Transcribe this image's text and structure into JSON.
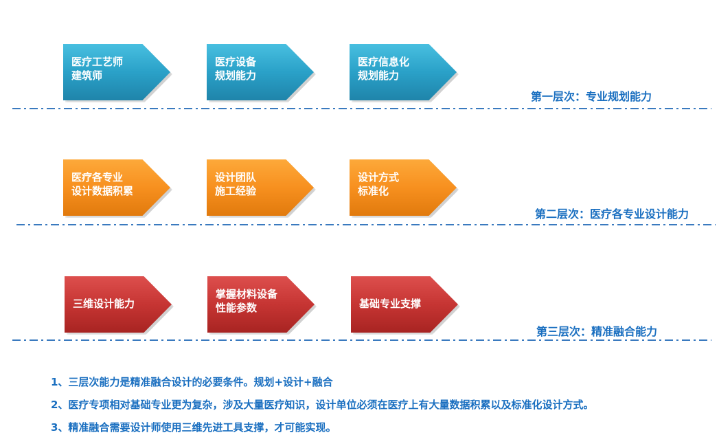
{
  "levels": [
    {
      "label": "第一层次：专业规划能力",
      "color": "#2aa1c8",
      "boxes": [
        {
          "lines": [
            "医疗工艺师",
            "建筑师"
          ]
        },
        {
          "lines": [
            "医疗设备",
            "规划能力"
          ]
        },
        {
          "lines": [
            "医疗信息化",
            "规划能力"
          ]
        }
      ]
    },
    {
      "label": "第二层次：医疗各专业设计能力",
      "color": "#f7901f",
      "boxes": [
        {
          "lines": [
            "医疗各专业",
            "设计数据积累"
          ]
        },
        {
          "lines": [
            "设计团队",
            "施工经验"
          ]
        },
        {
          "lines": [
            "设计方式",
            "标准化"
          ]
        }
      ]
    },
    {
      "label": "第三层次：精准融合能力",
      "color": "#c63533",
      "boxes": [
        {
          "lines": [
            "三维设计能力"
          ]
        },
        {
          "lines": [
            "掌握材料设备",
            "性能参数"
          ]
        },
        {
          "lines": [
            "基础专业支撑"
          ]
        }
      ]
    }
  ],
  "notes": [
    "1、三层次能力是精准融合设计的必要条件。规划+设计+融合",
    "2、医疗专项相对基础专业更为复杂，涉及大量医疗知识，设计单位必须在医疗上有大量数据积累以及标准化设计方式。",
    "3、精准融合需要设计师使用三维先进工具支撑，才可能实现。"
  ]
}
